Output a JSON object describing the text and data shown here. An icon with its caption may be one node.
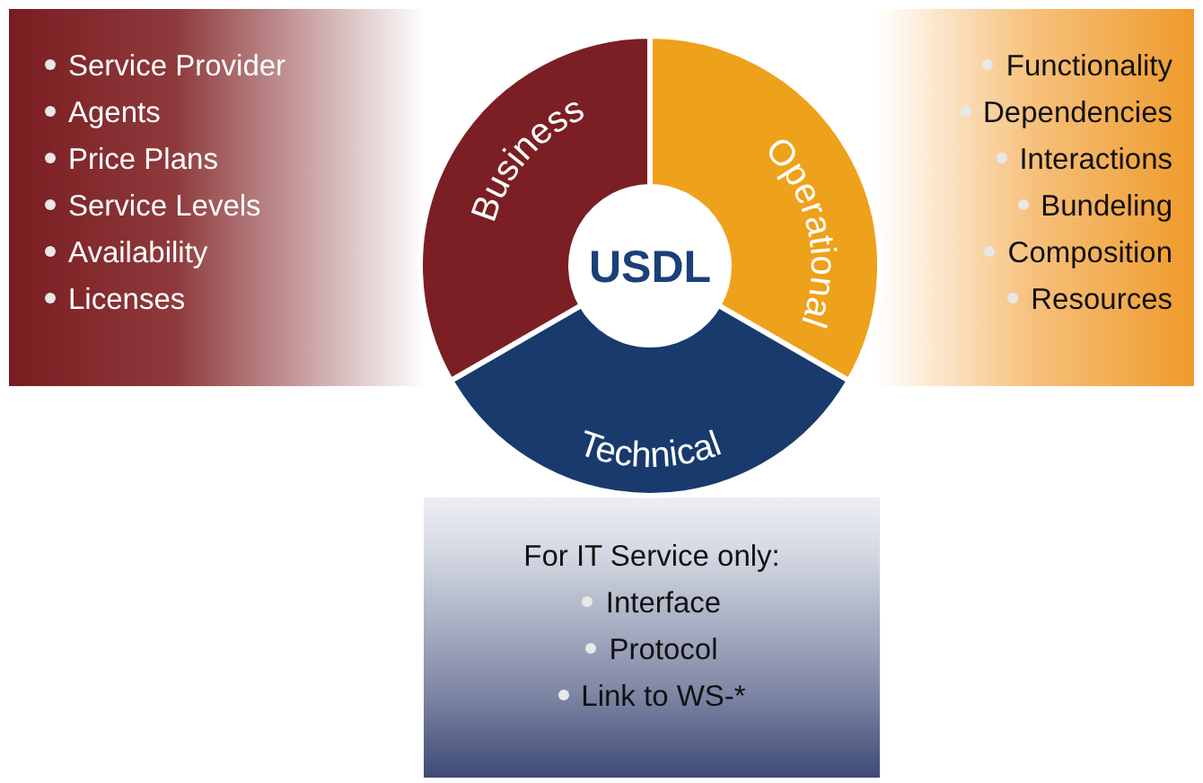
{
  "diagram": {
    "nodes": [
      {
        "text": [
          "Business"
        ]
      },
      {
        "text": [
          "Operational"
        ]
      },
      {
        "text": [
          "Technical"
        ]
      },
      {
        "text": [
          "USDL"
        ]
      },
      {
        "text": [
          "Service Provider",
          "Agents",
          "Price Plans",
          "Service Levels",
          "Availability",
          "Licenses"
        ]
      },
      {
        "text": [
          "Functionality",
          "Dependencies",
          "Interactions",
          "Bundeling",
          "Composition",
          "Resources"
        ]
      },
      {
        "text": [
          "For IT Service only:",
          "Interface",
          "Protocol",
          "Link to WS-*"
        ]
      }
    ]
  }
}
